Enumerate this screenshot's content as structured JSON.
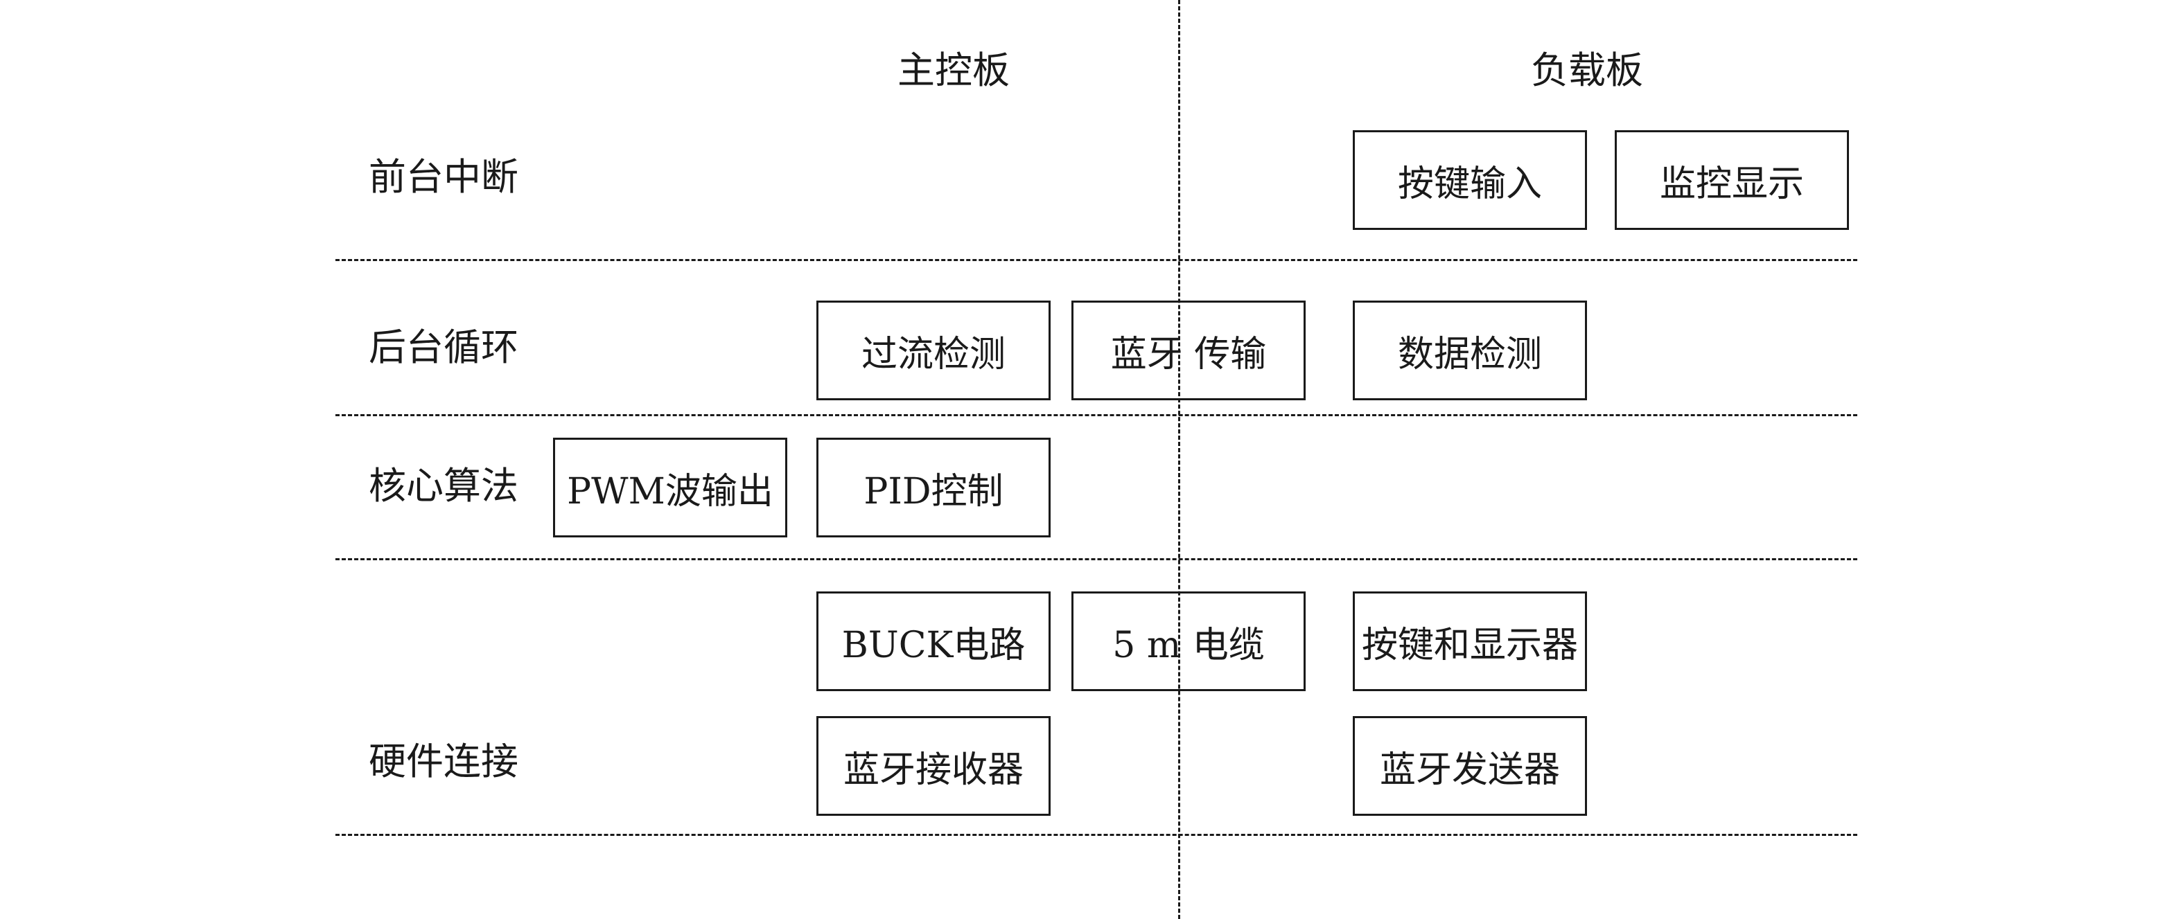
{
  "columns": {
    "main_board": "主控板",
    "load_board": "负载板"
  },
  "rows": {
    "foreground_interrupt": "前台中断",
    "background_loop": "后台循环",
    "core_algorithm": "核心算法",
    "hardware_connection": "硬件连接"
  },
  "boxes": {
    "key_input": "按键输入",
    "monitor_display": "监控显示",
    "overcurrent_detection": "过流检测",
    "bluetooth_transmission": "蓝牙 传输",
    "data_detection": "数据检测",
    "pwm_output": "PWM波输出",
    "pid_control": "PID控制",
    "buck_circuit": "BUCK电路",
    "cable_5m": "5 m 电缆",
    "keys_and_display": "按键和显示器",
    "bluetooth_receiver": "蓝牙接收器",
    "bluetooth_sender": "蓝牙发送器"
  }
}
